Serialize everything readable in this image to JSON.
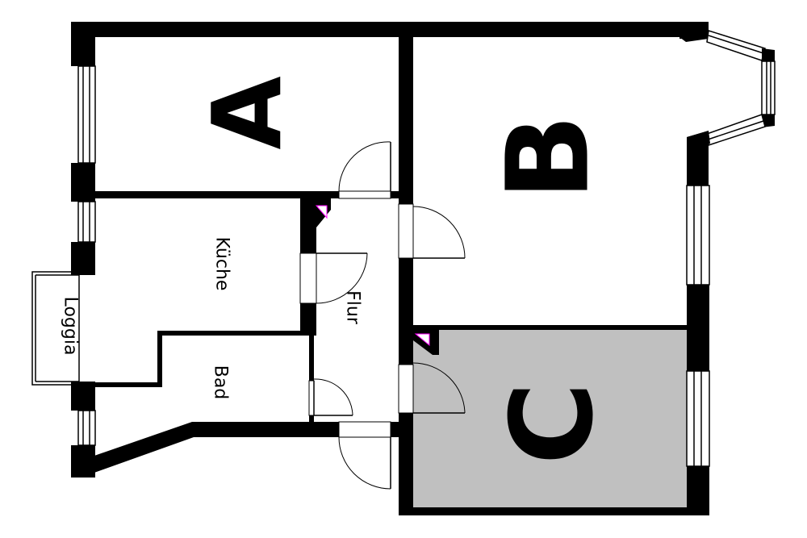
{
  "rooms": {
    "a": {
      "label": "A"
    },
    "b": {
      "label": "B"
    },
    "c": {
      "label": "C",
      "fill": "#c0c0c0"
    },
    "kueche": {
      "label": "Küche"
    },
    "flur": {
      "label": "Flur"
    },
    "bad": {
      "label": "Bad"
    },
    "loggia": {
      "label": "Loggia"
    }
  },
  "colors": {
    "wall": "#000000",
    "background": "#ffffff",
    "highlight_room": "#c0c0c0",
    "corner_marker_accent": "#ff00ff"
  }
}
